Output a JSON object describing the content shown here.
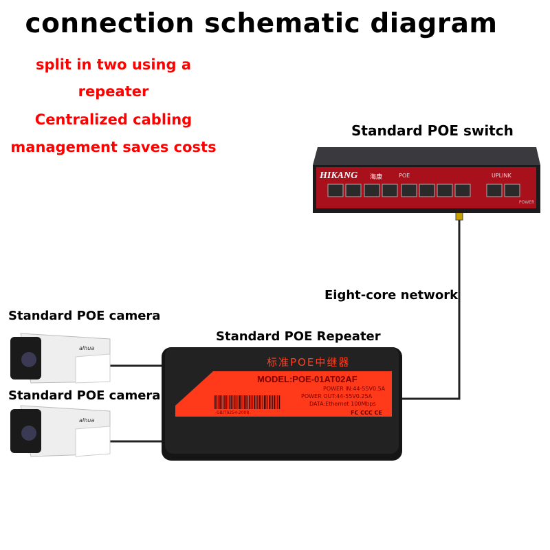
{
  "title": "connection schematic diagram",
  "notes": [
    "split in two using a",
    "repeater",
    "Centralized cabling",
    "management saves costs"
  ],
  "labels": {
    "switch": "Standard POE switch",
    "cable": "Eight-core network",
    "camera_1": "Standard POE camera",
    "camera_2": "Standard POE camera",
    "repeater": "Standard POE Repeater"
  },
  "switch_device": {
    "brand": "HIKANG",
    "brand_cn": "海康",
    "poe_group": "POE",
    "uplink_group": "UPLINK",
    "power": "POWER"
  },
  "repeater_device": {
    "title_cn": "标准POE中继器",
    "model": "MODEL:POE-01AT02AF",
    "power_in": "POWER IN:44-55V0.5A",
    "power_out": "POWER OUT:44-55V0.25A",
    "data": "DATA:Ethernet 100Mbps",
    "standard": "GB/T9254-2008",
    "certs": "FC CCC CE"
  },
  "camera_logo": "alhua",
  "colors": {
    "notes": "#ff0000",
    "switch_red": "#b0101c",
    "repeater_red": "#ff3a1a",
    "device_black": "#151515"
  }
}
